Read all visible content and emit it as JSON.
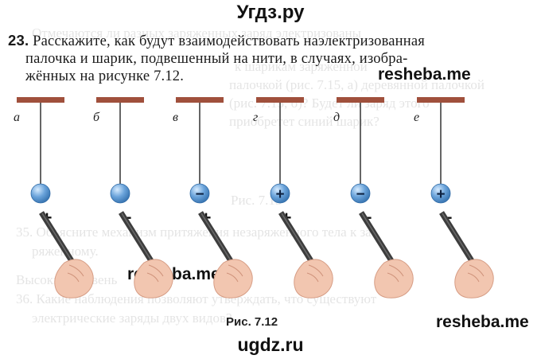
{
  "site_top": "Угдз.ру",
  "site_bottom": "ugdz.ru",
  "task": {
    "number": "23.",
    "lines": [
      "Расскажите, как будут взаимодействовать наэлектризованная",
      "палочка и шарик, подвешенный на нити, в случаях, изобра-",
      "жённых на рисунке 7.12."
    ]
  },
  "watermarks": [
    "resheba.me",
    "resheba.me",
    "resheba.me"
  ],
  "caption": "Рис. 7.12",
  "colors": {
    "bar": "#a0503c",
    "ball": "#6aa3da",
    "rod": "#3d3d3d",
    "hand": "#f2c6b0"
  },
  "pendulums": [
    {
      "letter": "а",
      "ball_sign": "",
      "rod_sign": "+"
    },
    {
      "letter": "б",
      "ball_sign": "",
      "rod_sign": "−"
    },
    {
      "letter": "в",
      "ball_sign": "−",
      "rod_sign": "+"
    },
    {
      "letter": "г",
      "ball_sign": "+",
      "rod_sign": "+"
    },
    {
      "letter": "д",
      "ball_sign": "−",
      "rod_sign": "−"
    },
    {
      "letter": "е",
      "ball_sign": "+",
      "rod_sign": "−"
    }
  ],
  "ghost_lines": [
    "Отмечаются ли разных заряженных заряд электризованы",
    "к шарикам заряженной",
    "палочкой (рис. 7.15, а) деревянной палочкой",
    "(рис. 7.15, б)? Будет ли заряд этого",
    "приобретет синий шарик?",
    "Рис. 7.13",
    "35. Объясните механизм притяжения незаряженного тела к за-",
    "ряженному.",
    "Высокий уровень",
    "36. Какие наблюдения позволяют утверждать, что существуют",
    "электрические заряды двух видов?"
  ]
}
